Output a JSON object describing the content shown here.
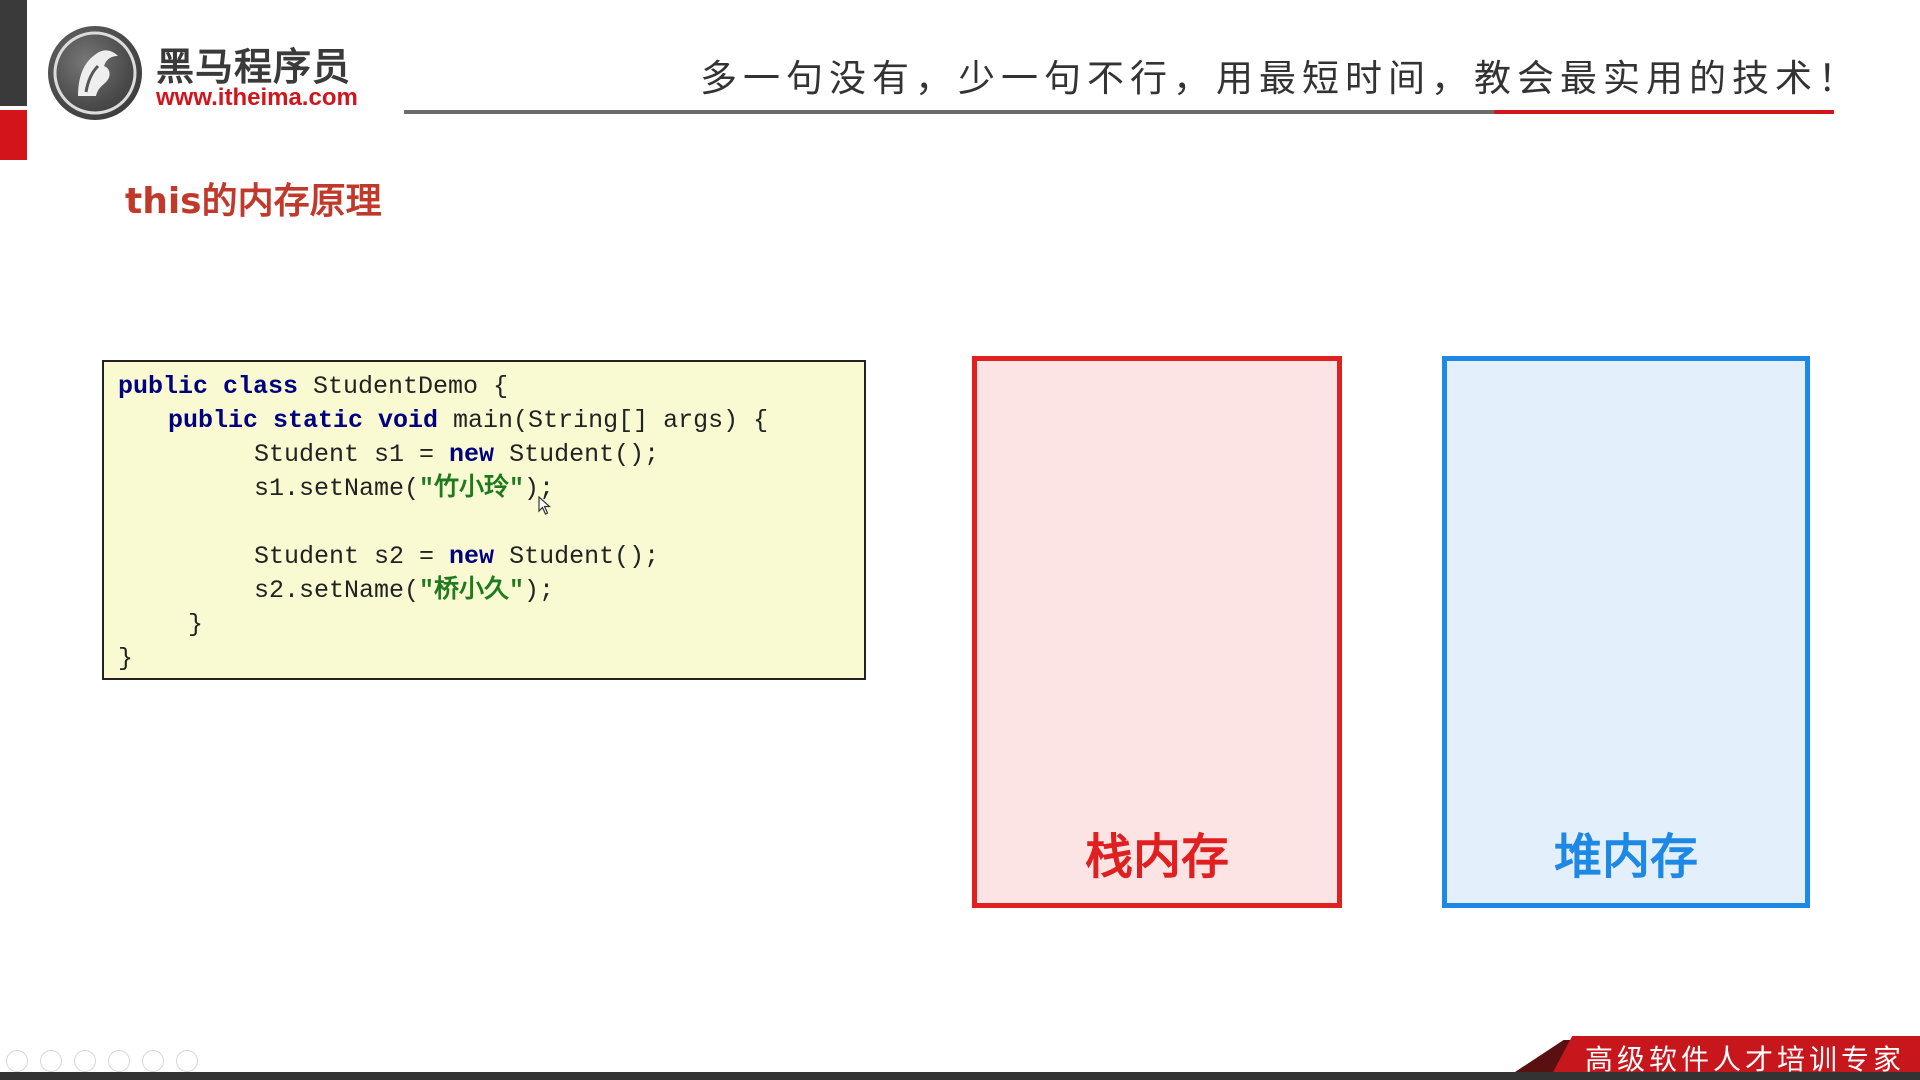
{
  "header": {
    "logo_cn": "黑马程序员",
    "logo_url": "www.itheima.com",
    "slogan": "多一句没有，少一句不行，用最短时间，教会最实用的技术！"
  },
  "title": "this的内存原理",
  "code": {
    "lines": [
      {
        "kw": "public class",
        "text": " StudentDemo {"
      },
      {
        "kw": "public static void",
        "text": " main(String[] args) {"
      },
      {
        "pre": "Student s1 = ",
        "kw": "new",
        "text": " Student();"
      },
      {
        "pre": "s1.setName(",
        "str": "\"竹小玲\"",
        "text": ");"
      },
      {
        "pre": "Student s2 = ",
        "kw": "new",
        "text": " Student();"
      },
      {
        "pre": "s2.setName(",
        "str": "\"桥小久\"",
        "text": ");"
      },
      {
        "text": "}"
      },
      {
        "text": "}"
      }
    ]
  },
  "memory": {
    "stack_label": "栈内存",
    "heap_label": "堆内存",
    "stack_color": "#e02020",
    "heap_color": "#1e88e5"
  },
  "footer": {
    "banner": "高级软件人才培训专家"
  },
  "icons": {
    "logo": "horse-head-logo-icon",
    "cursor": "mouse-pointer-icon"
  },
  "colors": {
    "brand_red": "#d2141b",
    "code_background": "#fafad2",
    "keyword": "#000080",
    "string": "#1f7a1f"
  }
}
